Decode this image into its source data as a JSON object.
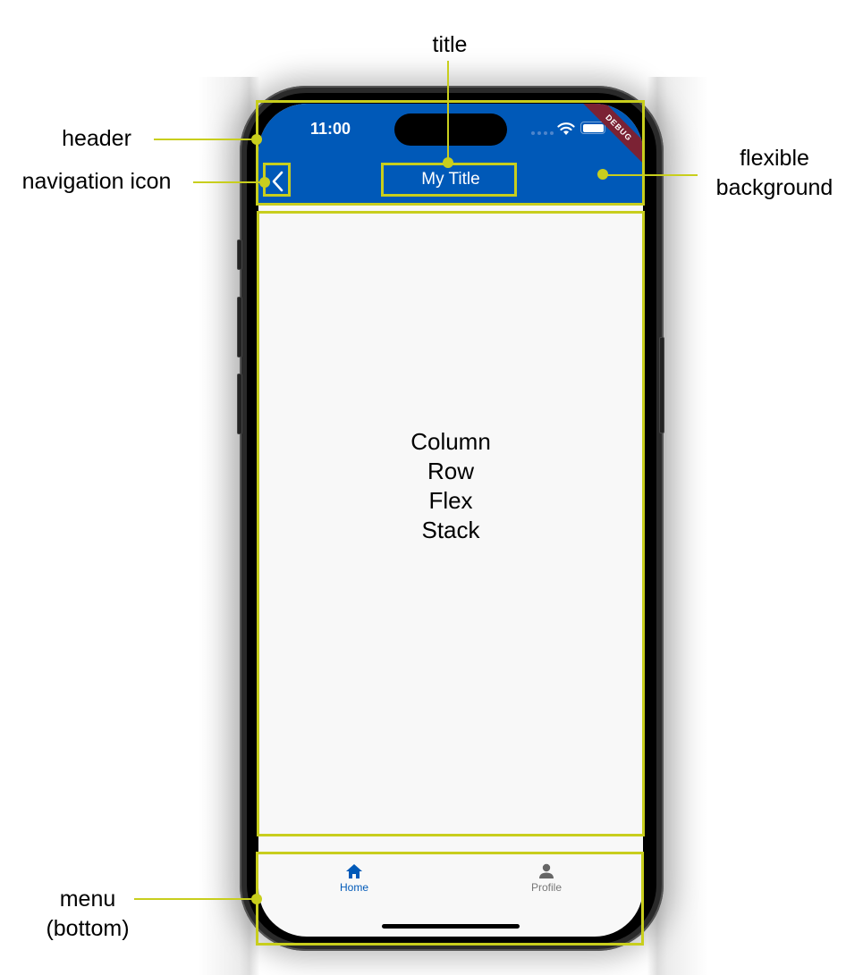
{
  "annotations": {
    "title": "title",
    "header": "header",
    "navigation_icon": "navigation icon",
    "flexible_background_line1": "flexible",
    "flexible_background_line2": "background",
    "menu_line1": "menu",
    "menu_line2": "(bottom)",
    "color": "#c8ce1d"
  },
  "status_bar": {
    "time": "11:00",
    "icons": [
      "signal-dots-icon",
      "wifi-icon",
      "battery-icon"
    ],
    "debug_banner": "DEBUG"
  },
  "app_bar": {
    "title": "My Title",
    "nav_icon": "chevron-left-icon",
    "background_color": "#0059b8"
  },
  "body": {
    "lines": [
      "Column",
      "Row",
      "Flex",
      "Stack"
    ]
  },
  "bottom_nav": {
    "items": [
      {
        "label": "Home",
        "icon": "home-icon",
        "active": true,
        "color": "#0059b8"
      },
      {
        "label": "Profile",
        "icon": "person-icon",
        "active": false,
        "color": "#777777"
      }
    ]
  }
}
